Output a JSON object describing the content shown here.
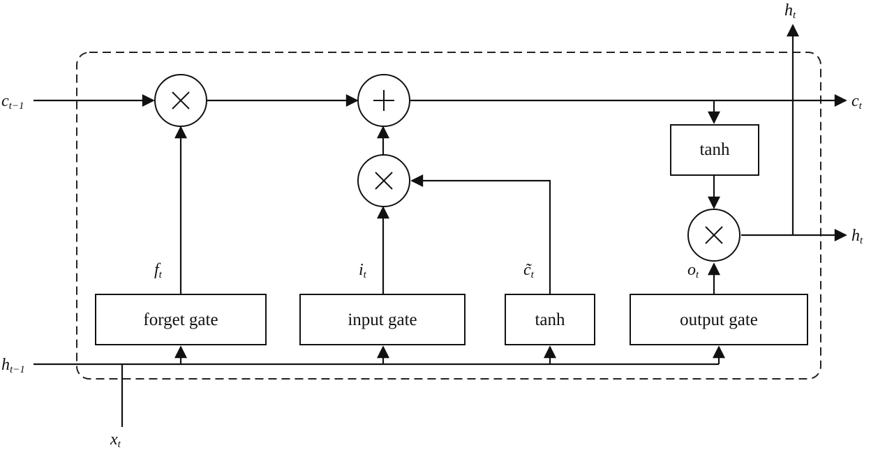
{
  "gates": {
    "forget": "forget gate",
    "input": "input gate",
    "candidate": "tanh",
    "output": "output gate",
    "cell_tanh": "tanh"
  },
  "vars": {
    "c_prev": {
      "base": "c",
      "sub": "t−1"
    },
    "c_out": {
      "base": "c",
      "sub": "t"
    },
    "h_prev": {
      "base": "h",
      "sub": "t−1"
    },
    "h_out_right": {
      "base": "h",
      "sub": "t"
    },
    "h_out_top": {
      "base": "h",
      "sub": "t"
    },
    "x_in": {
      "base": "x",
      "sub": "t"
    },
    "f": {
      "base": "f",
      "sub": "t"
    },
    "i": {
      "base": "i",
      "sub": "t"
    },
    "c_tilde": {
      "base": "c̃",
      "sub": "t"
    },
    "o": {
      "base": "o",
      "sub": "t"
    }
  }
}
